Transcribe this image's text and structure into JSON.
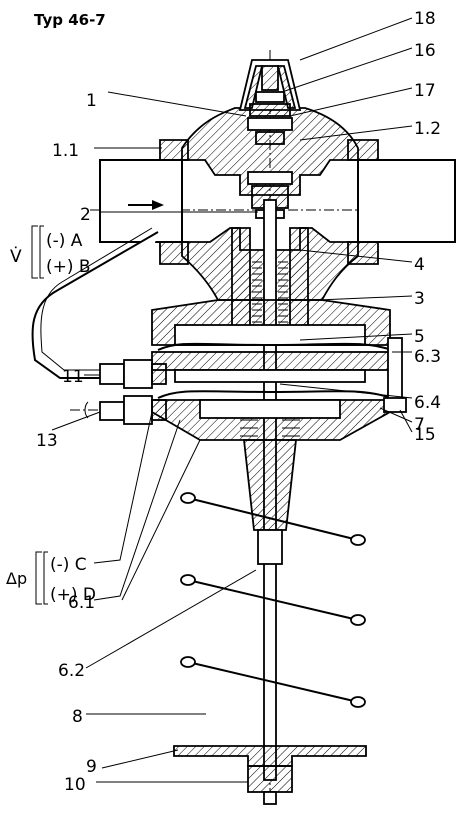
{
  "title": "Typ 46-7",
  "callouts": {
    "c18": "18",
    "c16": "16",
    "c17": "17",
    "c1": "1",
    "c1_2": "1.2",
    "c1_1": "1.1",
    "c2": "2",
    "c4": "4",
    "c3": "3",
    "c5": "5",
    "c6_3": "6.3",
    "c6_4": "6.4",
    "c7": "7",
    "c15": "15",
    "c11": "11",
    "c13": "13",
    "c6_1": "6.1",
    "c6_2": "6.2",
    "c8": "8",
    "c9": "9",
    "c10": "10"
  },
  "connections": {
    "flow_symbol": "V̇",
    "a": "(-) A",
    "b": "(+) B",
    "dp_symbol": "Δp",
    "c": "(-) C",
    "d": "(+) D"
  }
}
